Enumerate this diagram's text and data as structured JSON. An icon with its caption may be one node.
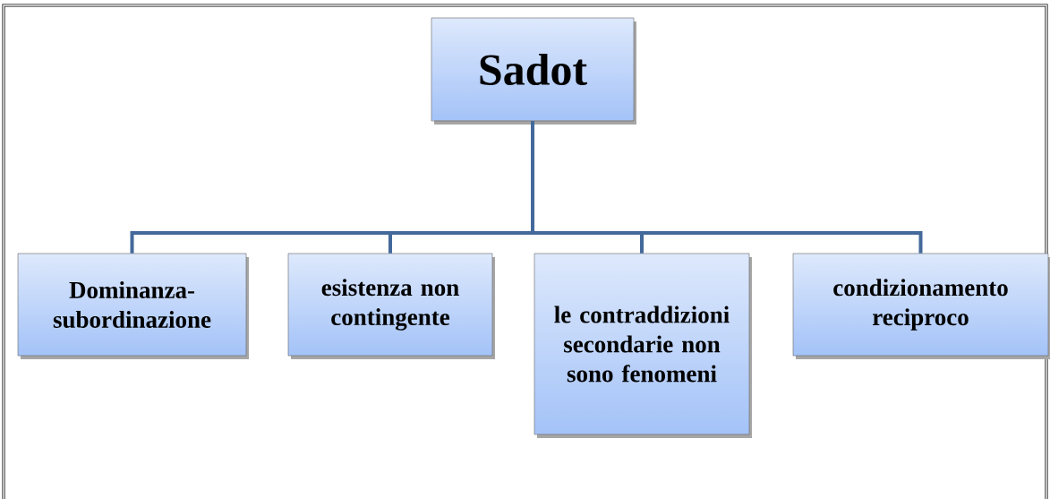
{
  "diagram": {
    "nodes": [
      {
        "text": [
          "Sadot"
        ]
      },
      {
        "text": [
          "Dominanza- subordinazione"
        ]
      },
      {
        "text": [
          "esistenza non contingente"
        ]
      },
      {
        "text": [
          "le contraddizioni secondarie non sono fenomeni"
        ]
      },
      {
        "text": [
          "condizionamento reciproco"
        ]
      }
    ],
    "edges": [
      {
        "from": 0,
        "to": 1,
        "arrow": "none"
      },
      {
        "from": 0,
        "to": 2,
        "arrow": "none"
      },
      {
        "from": 0,
        "to": 3,
        "arrow": "none"
      },
      {
        "from": 0,
        "to": 4,
        "arrow": "none"
      }
    ]
  }
}
